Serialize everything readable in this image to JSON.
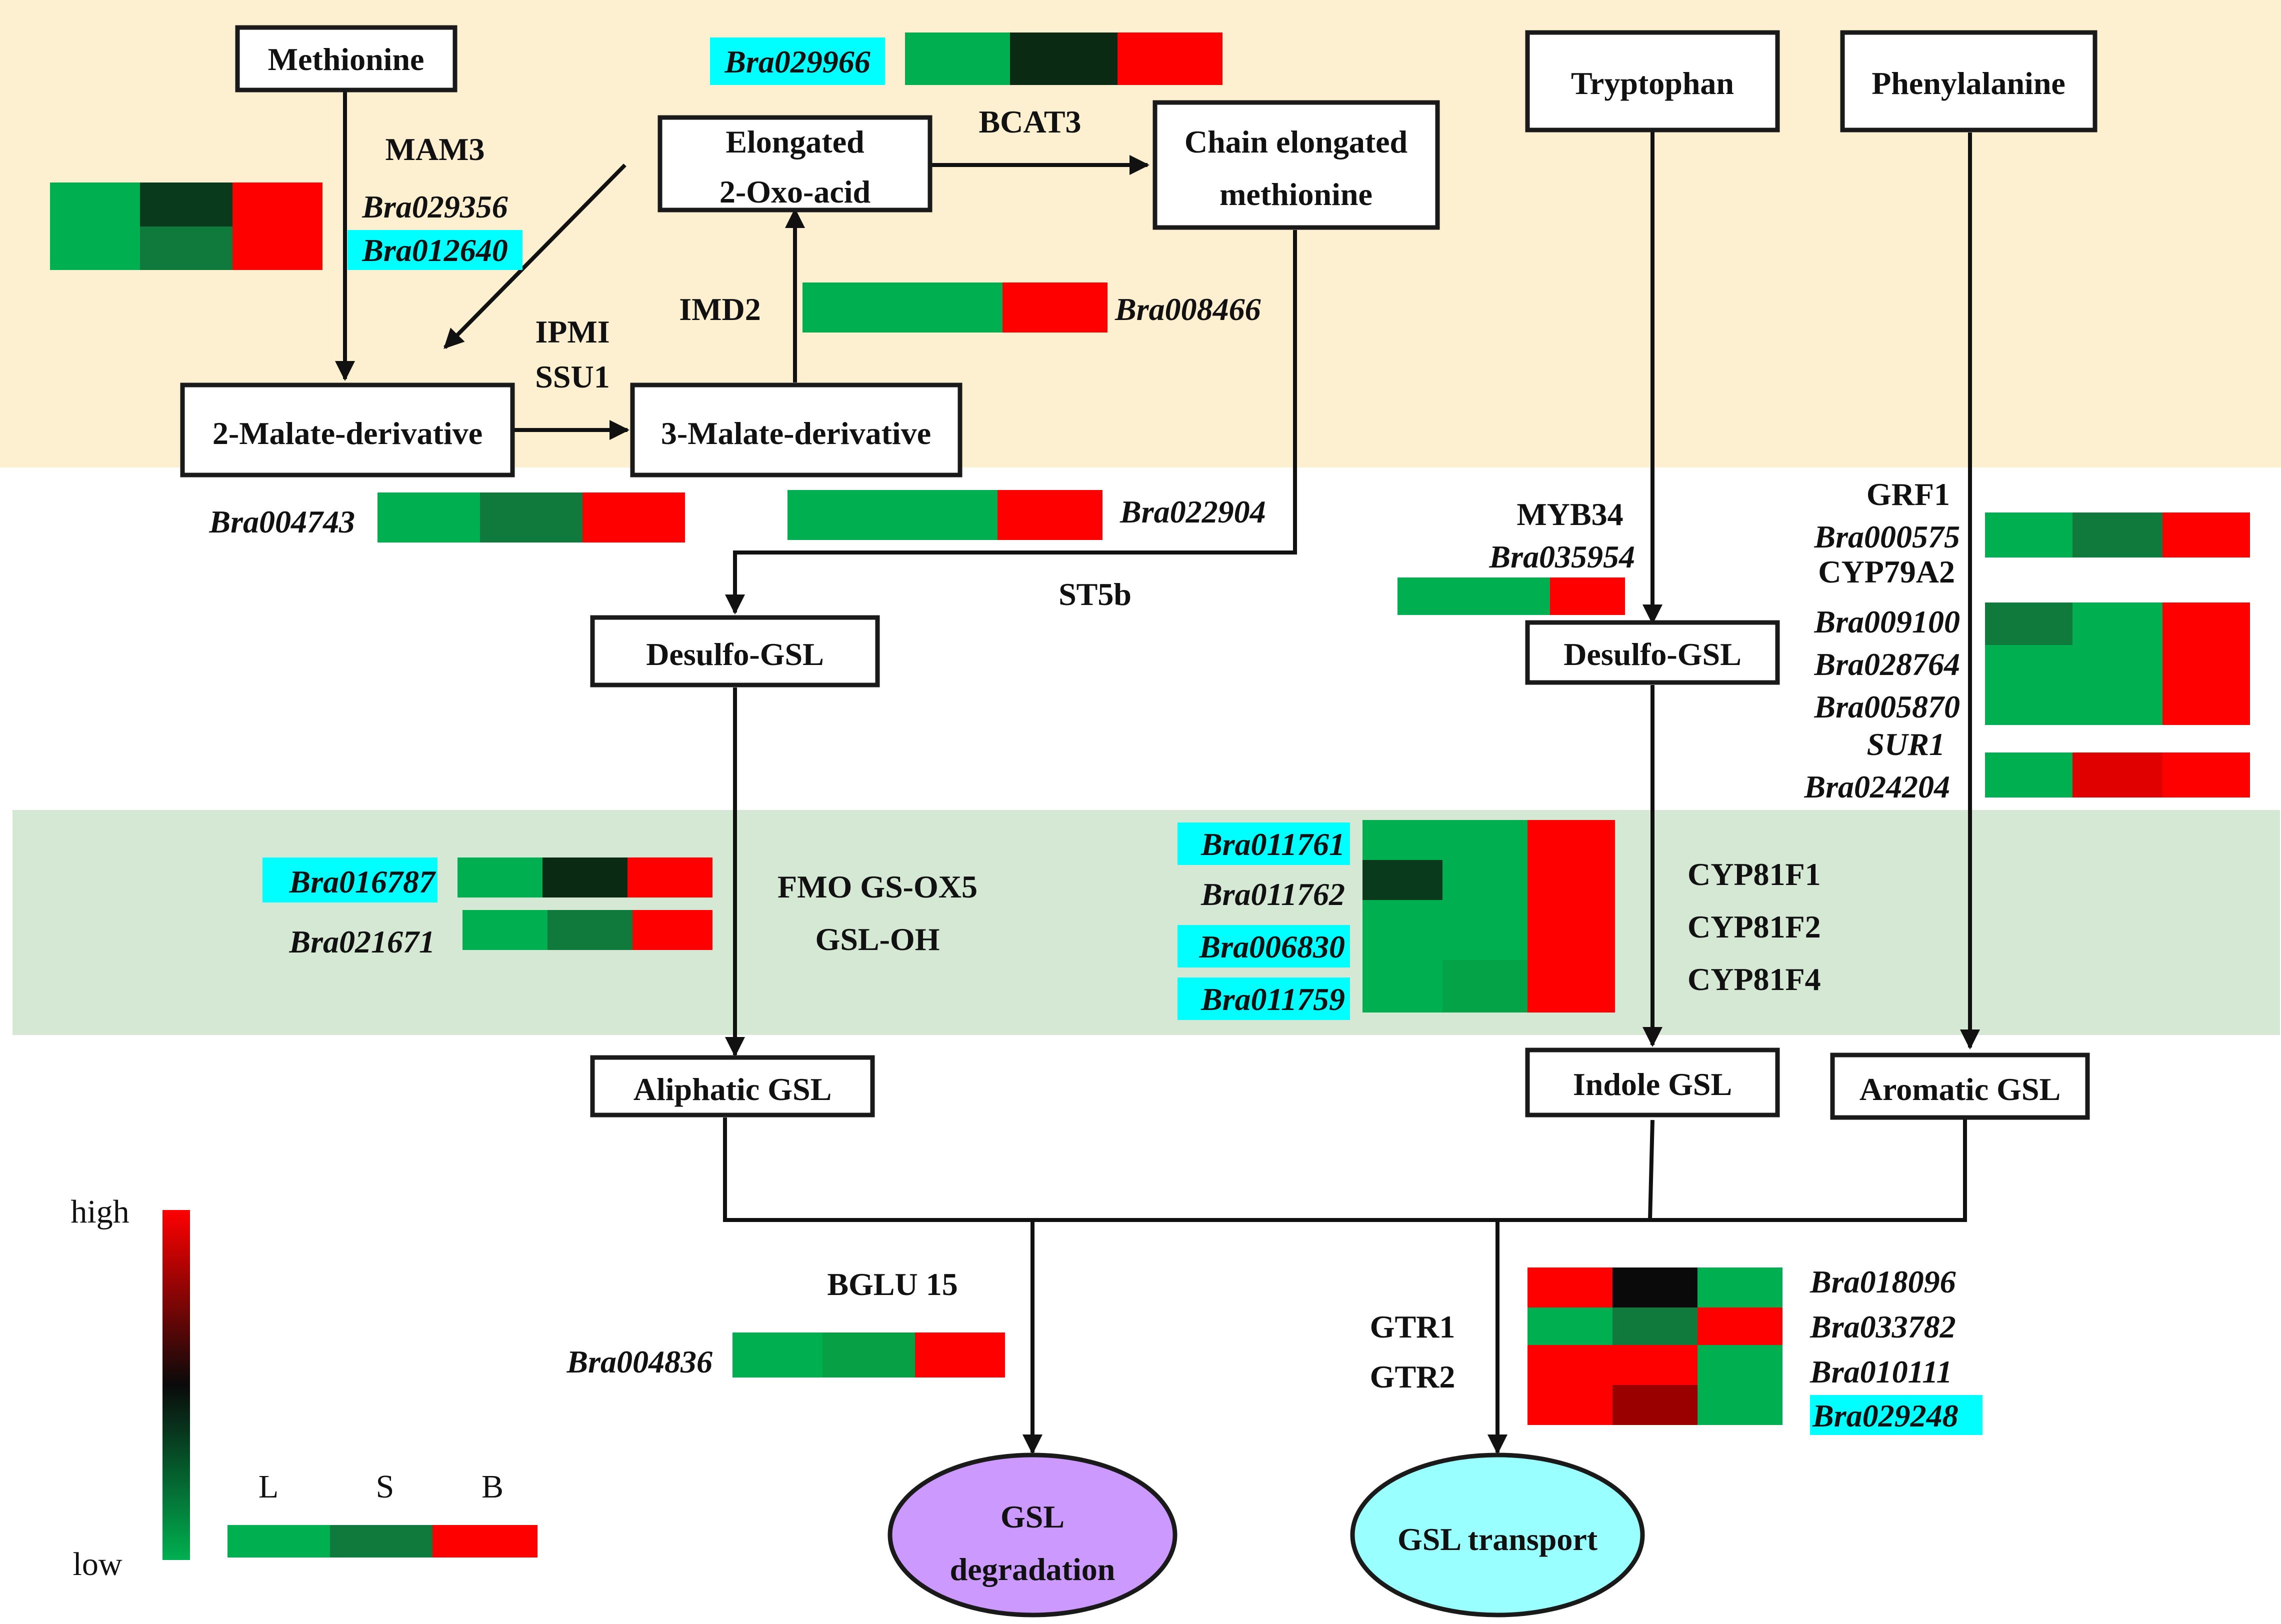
{
  "colors": {
    "low": "#00b050",
    "mid": "#0a0a0a",
    "high": "#ff0000",
    "band_top": "#fdf0d0",
    "band_mid": "#d5e8d4",
    "highlight": "#00ffff",
    "degradation_fill": "#cc99ff",
    "transport_fill": "#99ffff"
  },
  "nodes": {
    "methionine": "Methionine",
    "elongated_line1": "Elongated",
    "elongated_line2": "2-Oxo-acid",
    "chain_line1": "Chain elongated",
    "chain_line2": "methionine",
    "malate2": "2-Malate-derivative",
    "malate3": "3-Malate-derivative",
    "tryptophan": "Tryptophan",
    "phenylalanine": "Phenylalanine",
    "desulfo_left": "Desulfo-GSL",
    "desulfo_right": "Desulfo-GSL",
    "aliphatic": "Aliphatic GSL",
    "indole": "Indole GSL",
    "aromatic": "Aromatic GSL",
    "degradation_line1": "GSL",
    "degradation_line2": "degradation",
    "transport": "GSL transport"
  },
  "enzymes": {
    "mam3": "MAM3",
    "bcat3": "BCAT3",
    "imd2": "IMD2",
    "ipmi": "IPMI",
    "ssu1": "SSU1",
    "st5b": "ST5b",
    "myb34": "MYB34",
    "grf1": "GRF1",
    "cyp79a2": "CYP79A2",
    "sur1": "SUR1",
    "fmo_line1": "FMO GS-OX5",
    "fmo_line2": "GSL-OH",
    "cyp81f1": "CYP81F1",
    "cyp81f2": "CYP81F2",
    "cyp81f4": "CYP81F4",
    "bglu15": "BGLU 15",
    "gtr1": "GTR1",
    "gtr2": "GTR2"
  },
  "genes": {
    "bra029966": "Bra029966",
    "bra029356": "Bra029356",
    "bra012640": "Bra012640",
    "bra008466": "Bra008466",
    "bra004743": "Bra004743",
    "bra022904": "Bra022904",
    "bra035954": "Bra035954",
    "bra000575": "Bra000575",
    "bra009100": "Bra009100",
    "bra028764": "Bra028764",
    "bra005870": "Bra005870",
    "bra024204": "Bra024204",
    "bra016787": "Bra016787",
    "bra021671": "Bra021671",
    "bra011761": "Bra011761",
    "bra011762": "Bra011762",
    "bra006830": "Bra006830",
    "bra011759": "Bra011759",
    "bra004836": "Bra004836",
    "bra018096": "Bra018096",
    "bra033782": "Bra033782",
    "bra010111": "Bra010111",
    "bra029248": "Bra029248"
  },
  "legend": {
    "high": "high",
    "low": "low",
    "col_l": "L",
    "col_s": "S",
    "col_b": "B"
  }
}
